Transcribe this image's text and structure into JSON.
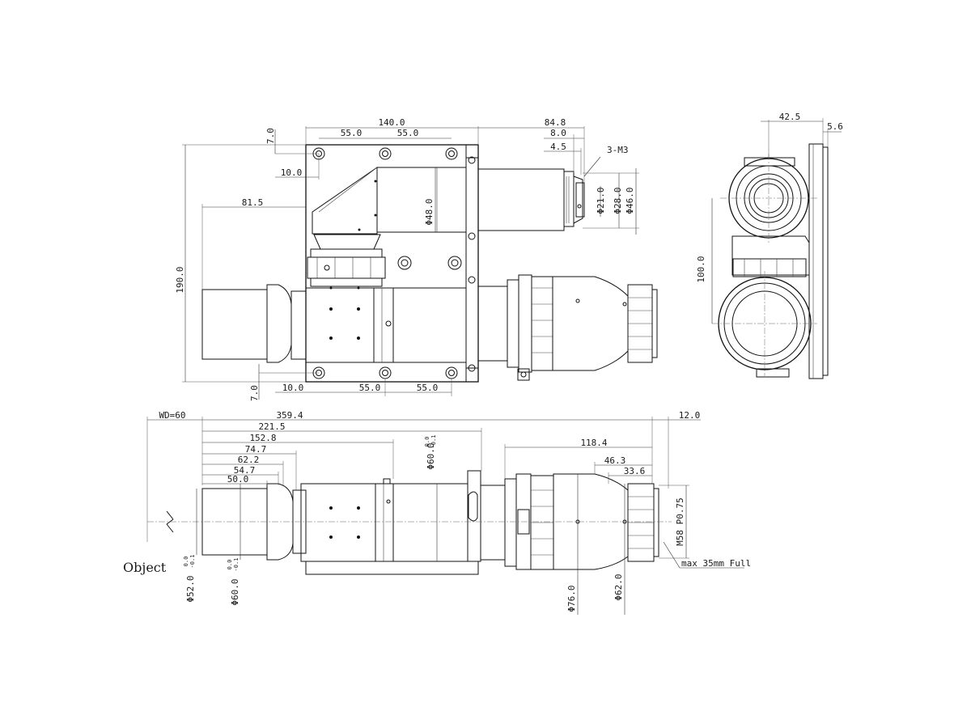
{
  "object_label": "Object",
  "front_view": {
    "dim_140": "140.0",
    "dim_55_a": "55.0",
    "dim_55_b": "55.0",
    "dim_84_8": "84.8",
    "dim_8_0": "8.0",
    "dim_4_5": "4.5",
    "thread_3m3": "3-M3",
    "dim_7_top": "7.0",
    "dim_10_top": "10.0",
    "dim_81_5": "81.5",
    "dim_190": "190.0",
    "dia_48": "Φ48.0",
    "dia_21": "Φ21.0",
    "dia_28": "Φ28.0",
    "dia_46": "Φ46.0",
    "dim_7_bottom": "7.0",
    "dim_10_bottom": "10.0",
    "dim_55_c": "55.0",
    "dim_55_d": "55.0"
  },
  "side_view": {
    "dim_42_5": "42.5",
    "dim_5_6": "5.6",
    "dim_100": "100.0"
  },
  "bottom_view": {
    "wd": "WD=60",
    "dim_359_4": "359.4",
    "dim_12": "12.0",
    "dim_221_5": "221.5",
    "dim_152_8": "152.8",
    "dim_74_7": "74.7",
    "dim_62_2": "62.2",
    "dim_54_7": "54.7",
    "dim_50": "50.0",
    "dim_118_4": "118.4",
    "dim_46_3": "46.3",
    "dim_33_6": "33.6",
    "dia_60_mid": "Φ60.0",
    "tol_mid_top": "0.0",
    "tol_mid_bot": "-0.1",
    "dia_52": "Φ52.0",
    "tol_52_top": "0.0",
    "tol_52_bot": "-0.1",
    "dia_60_left": "Φ60.0",
    "tol_60_top": "0.0",
    "tol_60_bot": "-0.1",
    "dia_76": "Φ76.0",
    "dia_62": "Φ62.0",
    "mount_thread": "M58 P0.75",
    "sensor_note": "max 35mm Full"
  }
}
